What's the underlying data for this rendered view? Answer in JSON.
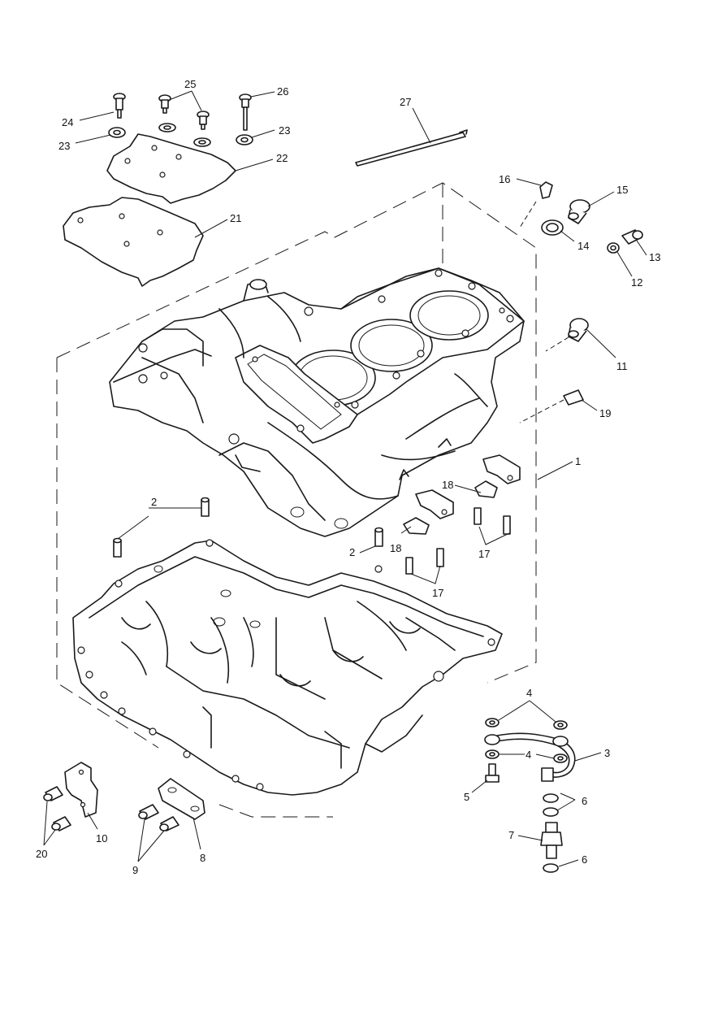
{
  "diagram": {
    "callouts": [
      {
        "id": "c1",
        "label": "1"
      },
      {
        "id": "c2a",
        "label": "2"
      },
      {
        "id": "c2b",
        "label": "2"
      },
      {
        "id": "c3",
        "label": "3"
      },
      {
        "id": "c4a",
        "label": "4"
      },
      {
        "id": "c4b",
        "label": "4"
      },
      {
        "id": "c5",
        "label": "5"
      },
      {
        "id": "c6a",
        "label": "6"
      },
      {
        "id": "c6b",
        "label": "6"
      },
      {
        "id": "c7",
        "label": "7"
      },
      {
        "id": "c8",
        "label": "8"
      },
      {
        "id": "c9",
        "label": "9"
      },
      {
        "id": "c10",
        "label": "10"
      },
      {
        "id": "c11",
        "label": "11"
      },
      {
        "id": "c12",
        "label": "12"
      },
      {
        "id": "c13",
        "label": "13"
      },
      {
        "id": "c14",
        "label": "14"
      },
      {
        "id": "c15",
        "label": "15"
      },
      {
        "id": "c16",
        "label": "16"
      },
      {
        "id": "c17a",
        "label": "17"
      },
      {
        "id": "c17b",
        "label": "17"
      },
      {
        "id": "c18a",
        "label": "18"
      },
      {
        "id": "c18b",
        "label": "18"
      },
      {
        "id": "c19",
        "label": "19"
      },
      {
        "id": "c20",
        "label": "20"
      },
      {
        "id": "c21",
        "label": "21"
      },
      {
        "id": "c22",
        "label": "22"
      },
      {
        "id": "c23a",
        "label": "23"
      },
      {
        "id": "c23b",
        "label": "23"
      },
      {
        "id": "c24",
        "label": "24"
      },
      {
        "id": "c25",
        "label": "25"
      },
      {
        "id": "c26",
        "label": "26"
      },
      {
        "id": "c27",
        "label": "27"
      }
    ]
  }
}
